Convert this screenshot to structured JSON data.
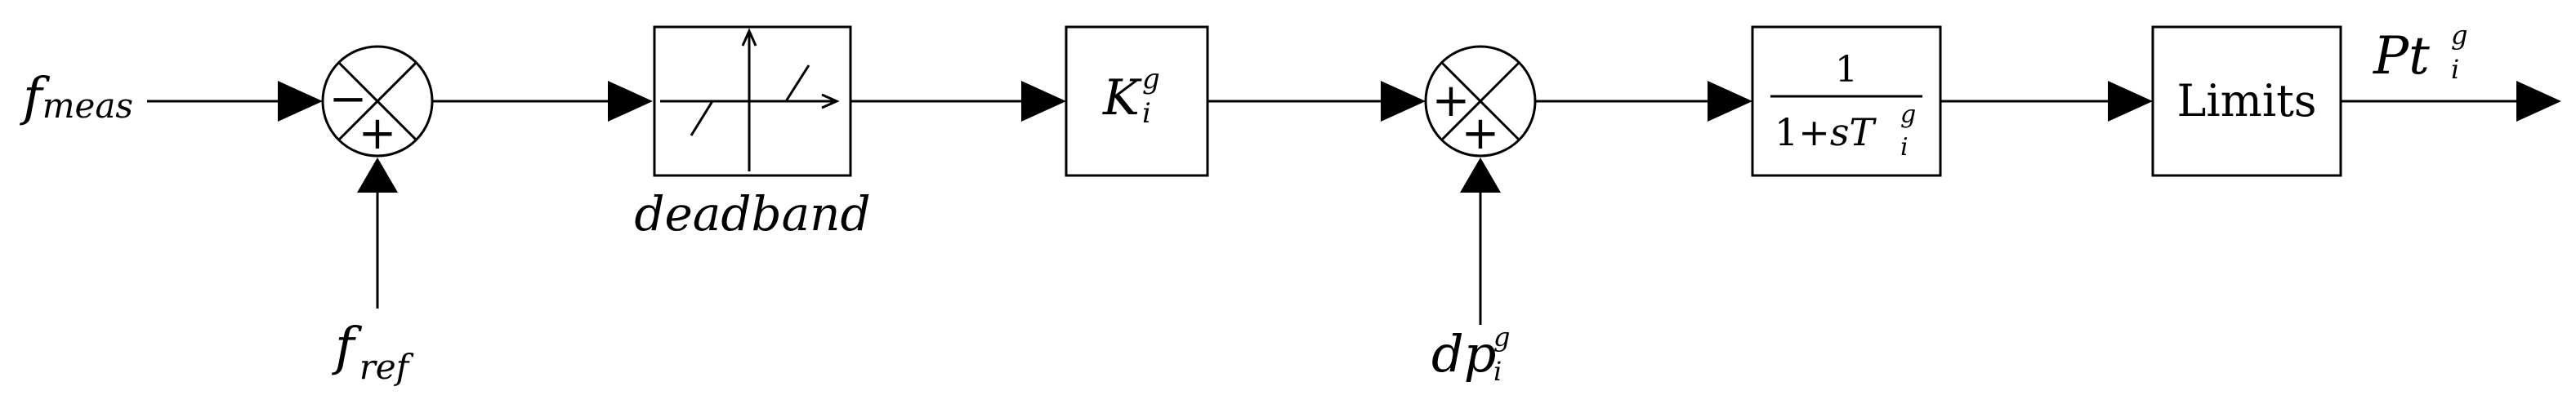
{
  "diagram": {
    "signals": {
      "f_meas": {
        "base": "f",
        "sub": "meas"
      },
      "f_ref": {
        "base": "f",
        "sub": "ref"
      },
      "dp": {
        "base": "dp",
        "sub": "i",
        "sup": "g"
      },
      "pt": {
        "base": "Pt",
        "sub": "i",
        "sup": "g"
      }
    },
    "summing_junctions": {
      "first": {
        "top_sign": "−",
        "bottom_sign": "+"
      },
      "second": {
        "left_sign": "+",
        "bottom_sign": "+"
      }
    },
    "blocks": {
      "deadband": {
        "caption": "deadband"
      },
      "gain": {
        "base": "K",
        "sub": "i",
        "sup": "g"
      },
      "lag": {
        "numerator": "1",
        "denominator_prefix": "1+",
        "denominator_var": "sT",
        "denominator_sub": "i",
        "denominator_sup": "g"
      },
      "limits": {
        "label": "Limits"
      }
    }
  }
}
